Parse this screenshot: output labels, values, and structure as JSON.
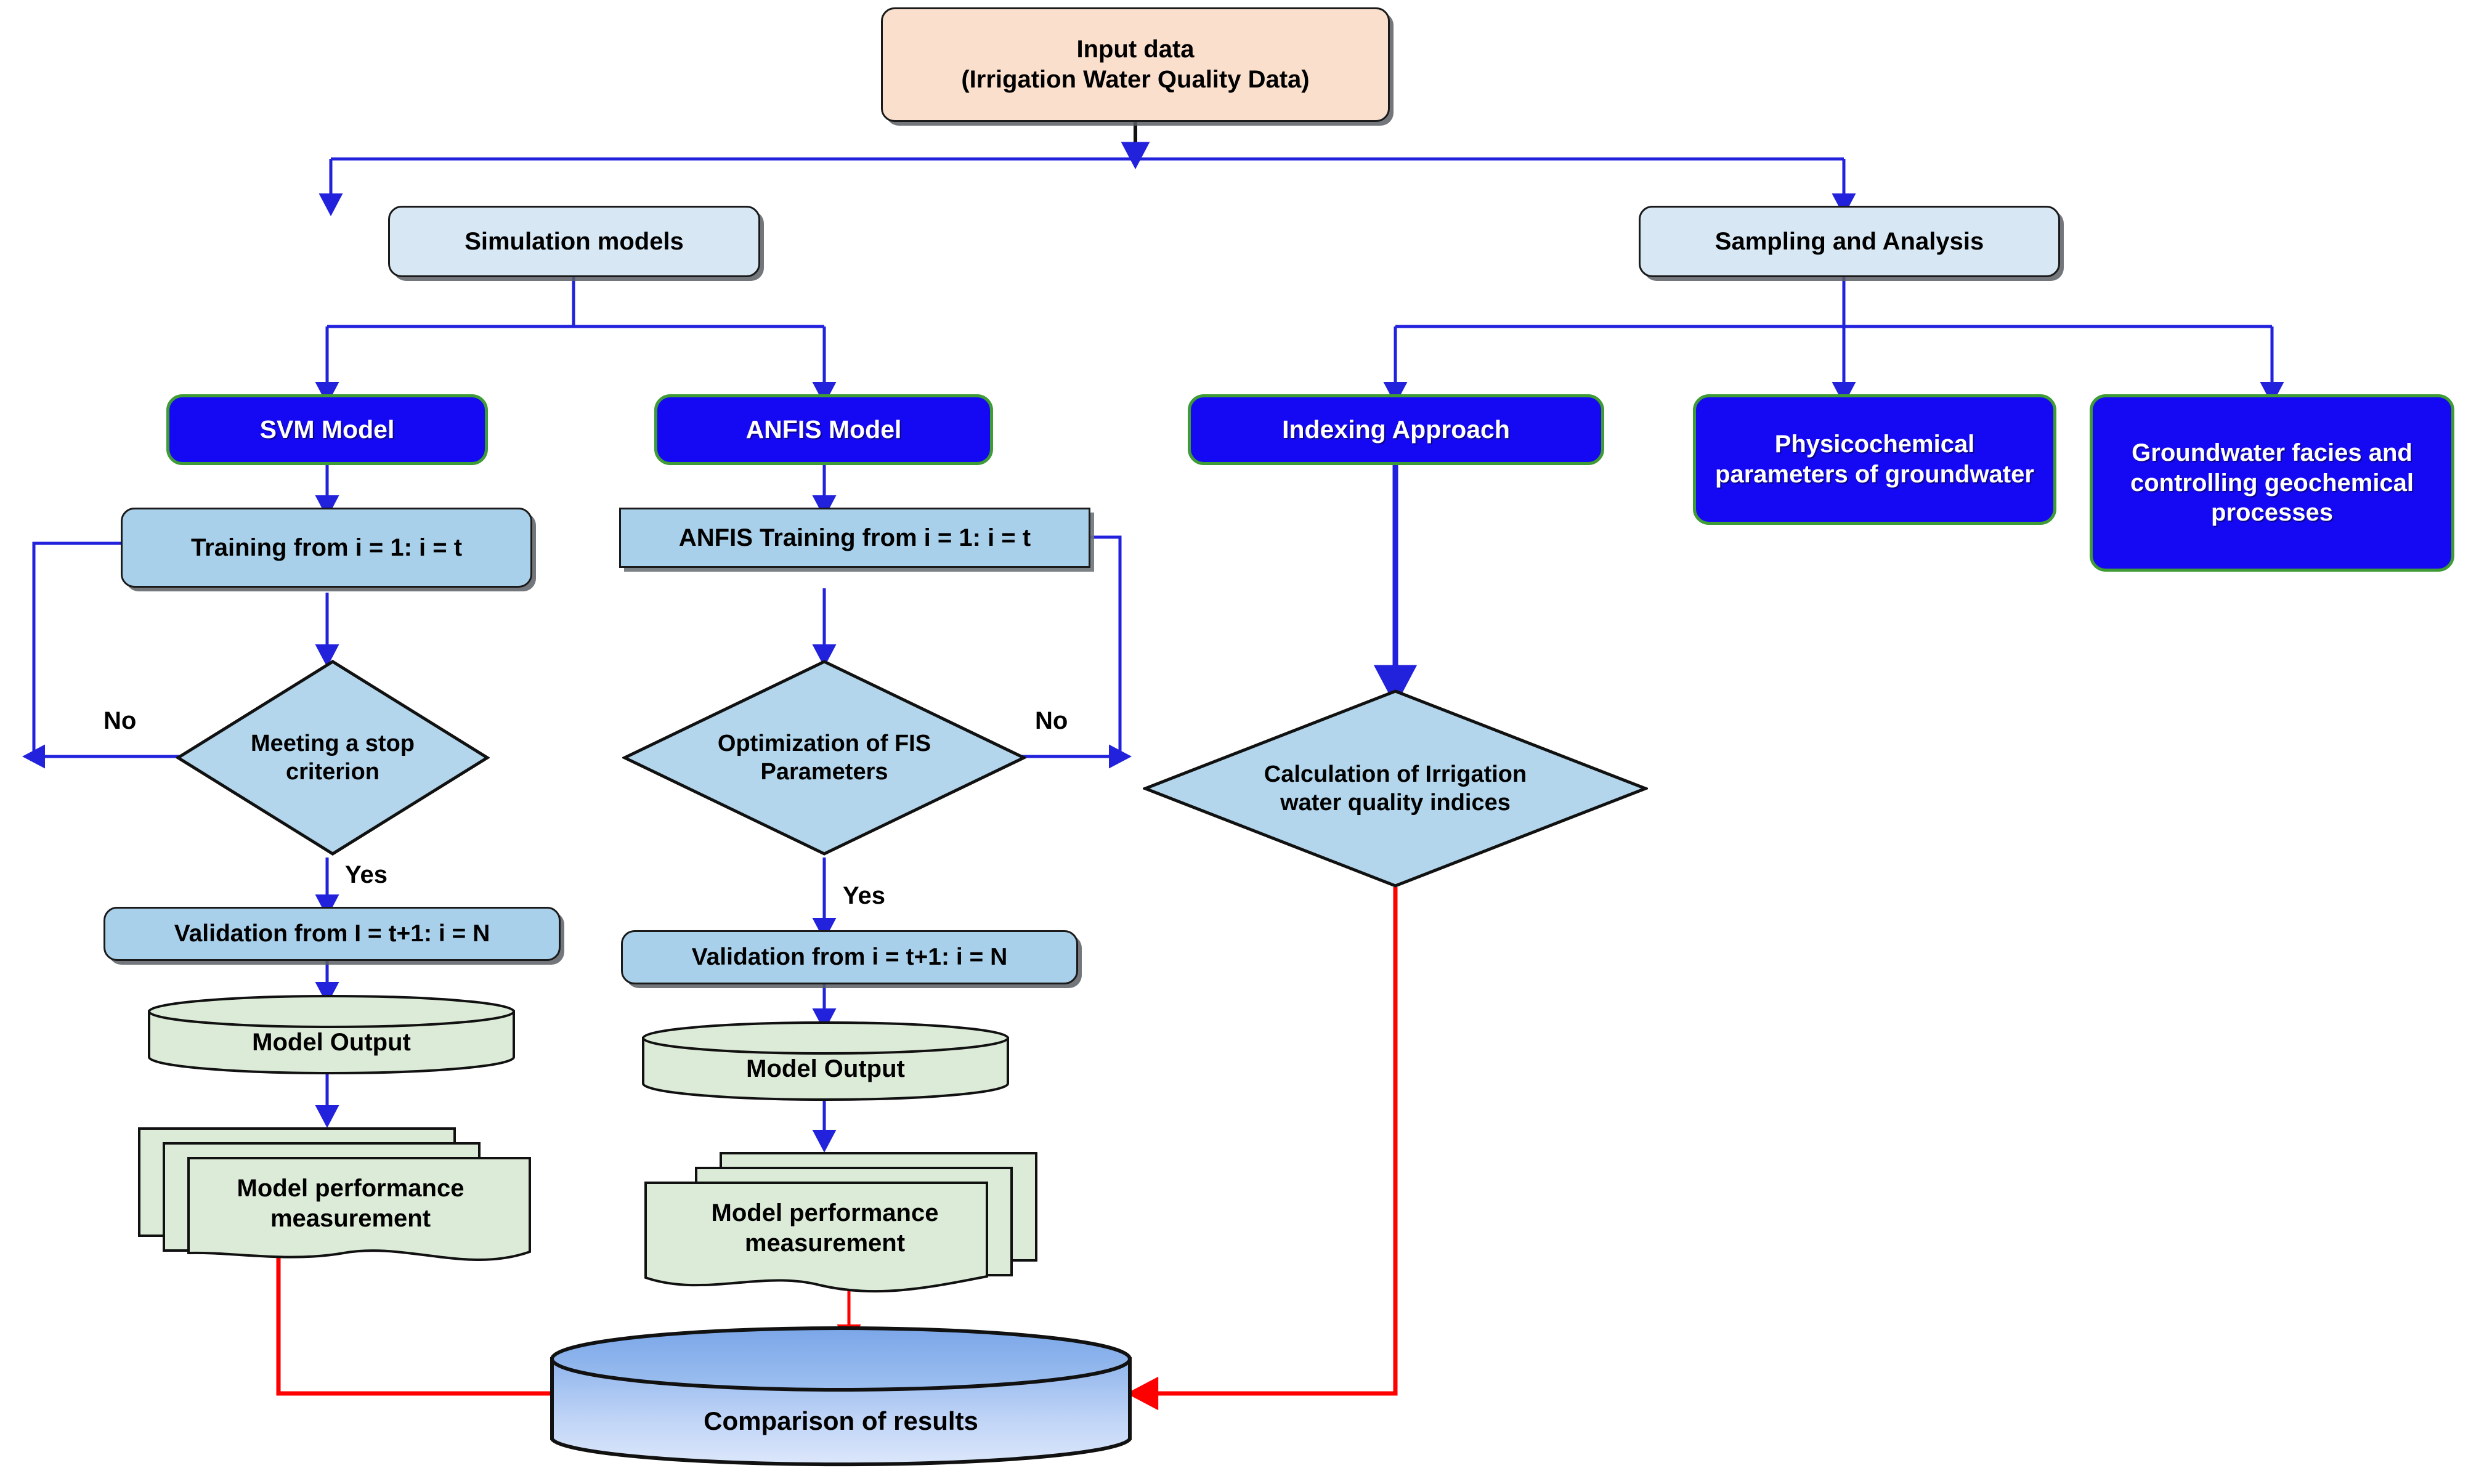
{
  "diagram": {
    "title": "Irrigation water quality modelling flowchart",
    "colors": {
      "peach_fill": "#fbdfcd",
      "light_blue_fill": "#d7e8f4",
      "mid_blue_fill": "#a9d0ea",
      "bright_blue_fill": "#1409f2",
      "green_border": "#3f9b35",
      "green_fill": "#dcebd7",
      "cylinder_blue_top": "#7fa9e8",
      "cylinder_blue_bottom": "#d4e2f8",
      "blue_connector": "#2222dd",
      "red_connector": "#fe0000",
      "outline": "#1a1a1a"
    }
  },
  "nodes": {
    "input_data": {
      "line1": "Input data",
      "line2": "(Irrigation Water Quality Data)"
    },
    "simulation_models": {
      "label": "Simulation models"
    },
    "sampling_analysis": {
      "label": "Sampling and Analysis"
    },
    "svm_model": {
      "label": "SVM Model"
    },
    "anfis_model": {
      "label": "ANFIS Model"
    },
    "indexing_approach": {
      "label": "Indexing Approach"
    },
    "physicochemical": {
      "label": "Physicochemical parameters of groundwater"
    },
    "groundwater_facies": {
      "label": "Groundwater facies and controlling geochemical processes"
    },
    "svm_training": {
      "label": "Training from i = 1: i = t"
    },
    "anfis_training": {
      "label": "ANFIS Training from i = 1: i = t"
    },
    "stop_criterion": {
      "line1": "Meeting a stop",
      "line2": "criterion"
    },
    "fis_optimization": {
      "line1": "Optimization of FIS",
      "line2": "Parameters"
    },
    "iwq_calculation": {
      "line1": "Calculation of Irrigation",
      "line2": "water quality indices"
    },
    "svm_validation": {
      "label": "Validation from I = t+1: i = N"
    },
    "anfis_validation": {
      "label": "Validation from i = t+1: i = N"
    },
    "svm_output": {
      "label": "Model  Output"
    },
    "anfis_output": {
      "label": "Model  Output"
    },
    "svm_performance": {
      "line1": "Model performance",
      "line2": "measurement"
    },
    "anfis_performance": {
      "line1": "Model performance",
      "line2": "measurement"
    },
    "comparison": {
      "label": "Comparison of results"
    }
  },
  "edge_labels": {
    "svm_no": "No",
    "svm_yes": "Yes",
    "anfis_no": "No",
    "anfis_yes": "Yes"
  }
}
